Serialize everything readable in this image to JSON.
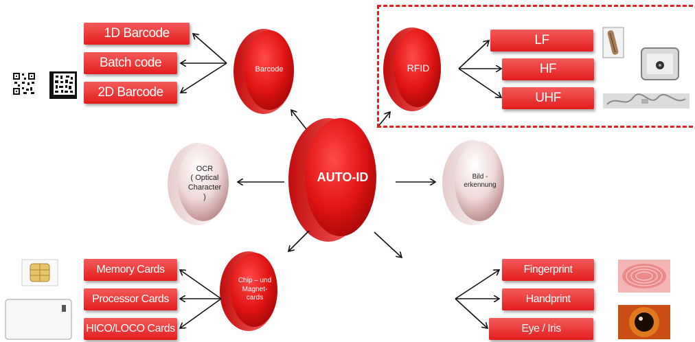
{
  "center": {
    "label": "AUTO-ID"
  },
  "hubs": {
    "barcode": {
      "label": "Barcode"
    },
    "rfid": {
      "label": "RFID"
    },
    "ocr": {
      "lines": [
        "OCR",
        "( Optical",
        "Character",
        ")"
      ]
    },
    "image": {
      "lines": [
        "Bild -",
        "erkennung"
      ]
    },
    "chip": {
      "lines": [
        "Chip – und",
        "Magnet-",
        "cards"
      ]
    }
  },
  "barcode_items": [
    "1D Barcode",
    "Batch code",
    "2D Barcode"
  ],
  "rfid_items": [
    "LF",
    "HF",
    "UHF"
  ],
  "card_items": [
    "Memory Cards",
    "Processor Cards",
    "HICO/LOCO Cards"
  ],
  "bio_items": [
    "Fingerprint",
    "Handprint",
    "Eye / Iris"
  ],
  "colors": {
    "accent": "#e41d1d",
    "accent_light": "#f25a5a",
    "disc_white": "#f4e6e6"
  }
}
